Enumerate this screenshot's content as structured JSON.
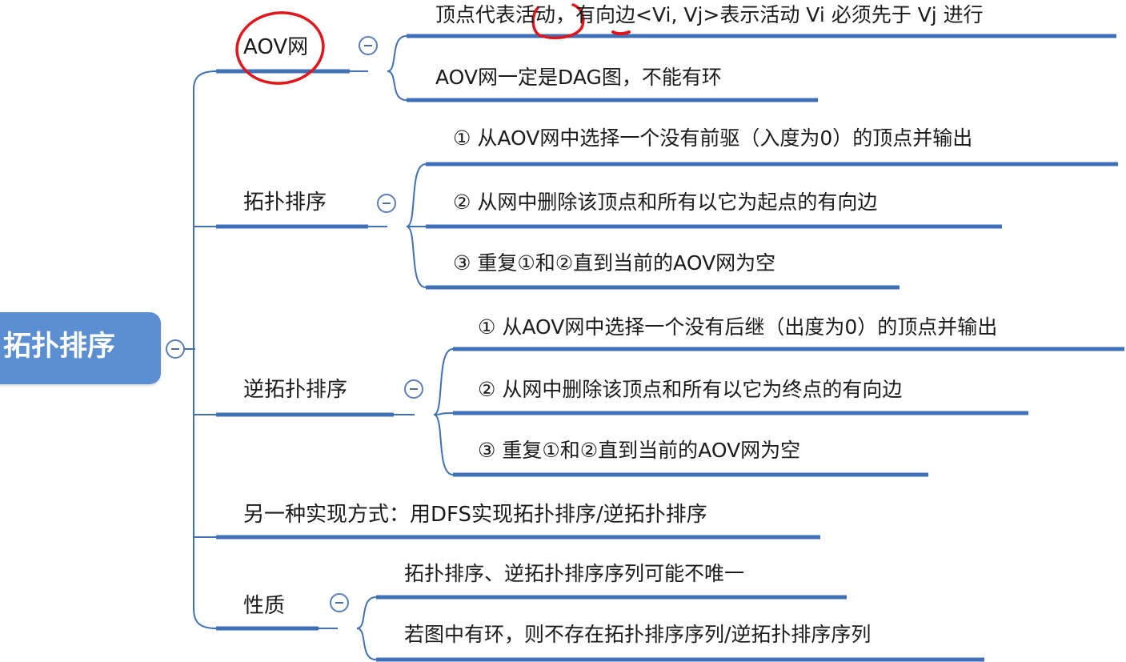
{
  "colors": {
    "root_fill": "#5b8fd1",
    "line": "#3f70b8",
    "ink": "#e0161c",
    "text": "#1b1b1b"
  },
  "root": {
    "label": "拓扑排序"
  },
  "branches": [
    {
      "label": "AOV网",
      "children": [
        "顶点代表活动，有向边<Vi, Vj>表示活动 Vi 必须先于 Vj 进行",
        "AOV网一定是DAG图，不能有环"
      ]
    },
    {
      "label": "拓扑排序",
      "children": [
        "① 从AOV网中选择一个没有前驱（入度为0）的顶点并输出",
        "② 从网中删除该顶点和所有以它为起点的有向边",
        "③ 重复①和②直到当前的AOV网为空"
      ]
    },
    {
      "label": "逆拓扑排序",
      "children": [
        "① 从AOV网中选择一个没有后继（出度为0）的顶点并输出",
        "② 从网中删除该顶点和所有以它为终点的有向边",
        "③ 重复①和②直到当前的AOV网为空"
      ]
    },
    {
      "label": "另一种实现方式：用DFS实现拓扑排序/逆拓扑排序",
      "children": []
    },
    {
      "label": "性质",
      "children": [
        "拓扑排序、逆拓扑排序序列可能不唯一",
        "若图中有环，则不存在拓扑排序序列/逆拓扑排序序列"
      ]
    }
  ]
}
